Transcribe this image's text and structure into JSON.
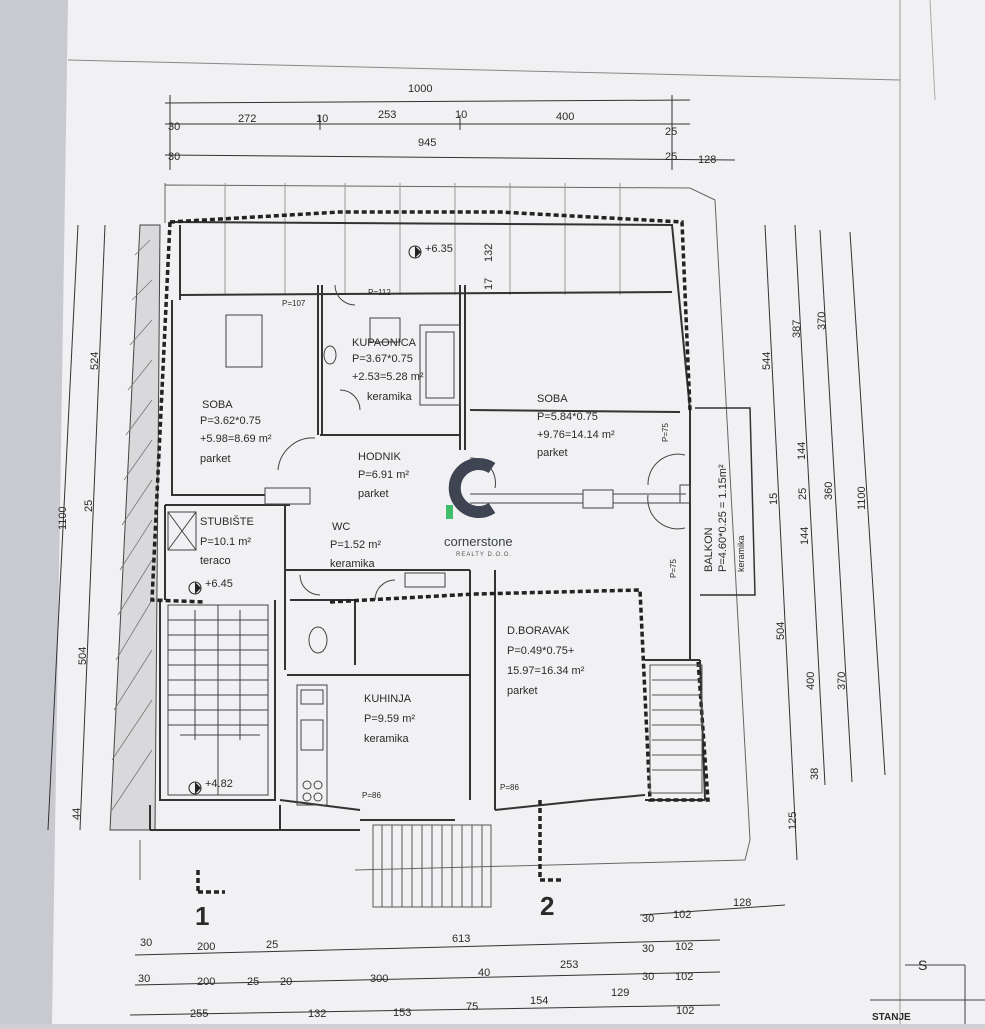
{
  "dimensions": {
    "top_row1": [
      "1000"
    ],
    "top_row2": [
      "30",
      "272",
      "10",
      "253",
      "10",
      "400",
      "25"
    ],
    "top_row3": [
      "30",
      "945",
      "25",
      "128"
    ],
    "left": [
      "524",
      "1100",
      "25",
      "504",
      "44"
    ],
    "right_a": [
      "544",
      "15",
      "504",
      "125"
    ],
    "right_b": [
      "387",
      "144",
      "25",
      "144",
      "400",
      "38"
    ],
    "right_c": [
      "370",
      "360",
      "370"
    ],
    "right_d": [
      "1100"
    ],
    "interior": [
      "132",
      "17"
    ],
    "bottom_row1": [
      "30",
      "102",
      "128"
    ],
    "bottom_row2": [
      "30",
      "200",
      "25",
      "613",
      "30",
      "102"
    ],
    "bottom_row3": [
      "30",
      "200",
      "25",
      "20",
      "300",
      "40",
      "253",
      "30",
      "102"
    ],
    "bottom_row4": [
      "255",
      "132",
      "153",
      "75",
      "154",
      "129",
      "102"
    ]
  },
  "levels": {
    "top": "+6.35",
    "stair_mid": "+6.45",
    "stair_bottom": "+4.82"
  },
  "door_labels": {
    "p107": "P=107",
    "p112": "P=112",
    "p75a": "P=75",
    "p75b": "P=75",
    "p86a": "P=86",
    "p86b": "P=86"
  },
  "rooms": {
    "kupaonica": {
      "name": "KUPAONICA",
      "line1": "P=3.67*0.75",
      "line2": "+2.53=5.28 m²",
      "floor": "keramika"
    },
    "soba_left": {
      "name": "SOBA",
      "line1": "P=3.62*0.75",
      "line2": "+5.98=8.69 m²",
      "floor": "parket"
    },
    "soba_right": {
      "name": "SOBA",
      "line1": "P=5.84*0.75",
      "line2": "+9.76=14.14 m²",
      "floor": "parket"
    },
    "hodnik": {
      "name": "HODNIK",
      "line1": "P=6.91 m²",
      "floor": "parket"
    },
    "stubiste": {
      "name": "STUBIŠTE",
      "line1": "P=10.1 m²",
      "floor": "teraco"
    },
    "wc": {
      "name": "WC",
      "line1": "P=1.52 m²",
      "floor": "keramika"
    },
    "balkon": {
      "name": "BALKON",
      "line1": "P=4.60*0.25 = 1.15m²",
      "floor": "keramika"
    },
    "boravak": {
      "name": "D.BORAVAK",
      "line1": "P=0.49*0.75+",
      "line2": "15.97=16.34 m²",
      "floor": "parket"
    },
    "kuhinja": {
      "name": "KUHINJA",
      "line1": "P=9.59 m²",
      "floor": "keramika"
    }
  },
  "sections": {
    "s1": "1",
    "s2": "2"
  },
  "logo": {
    "name": "cornerstone",
    "sub": "REALTY D.O.O."
  },
  "corner": {
    "letter": "S",
    "text": "STANJE"
  }
}
